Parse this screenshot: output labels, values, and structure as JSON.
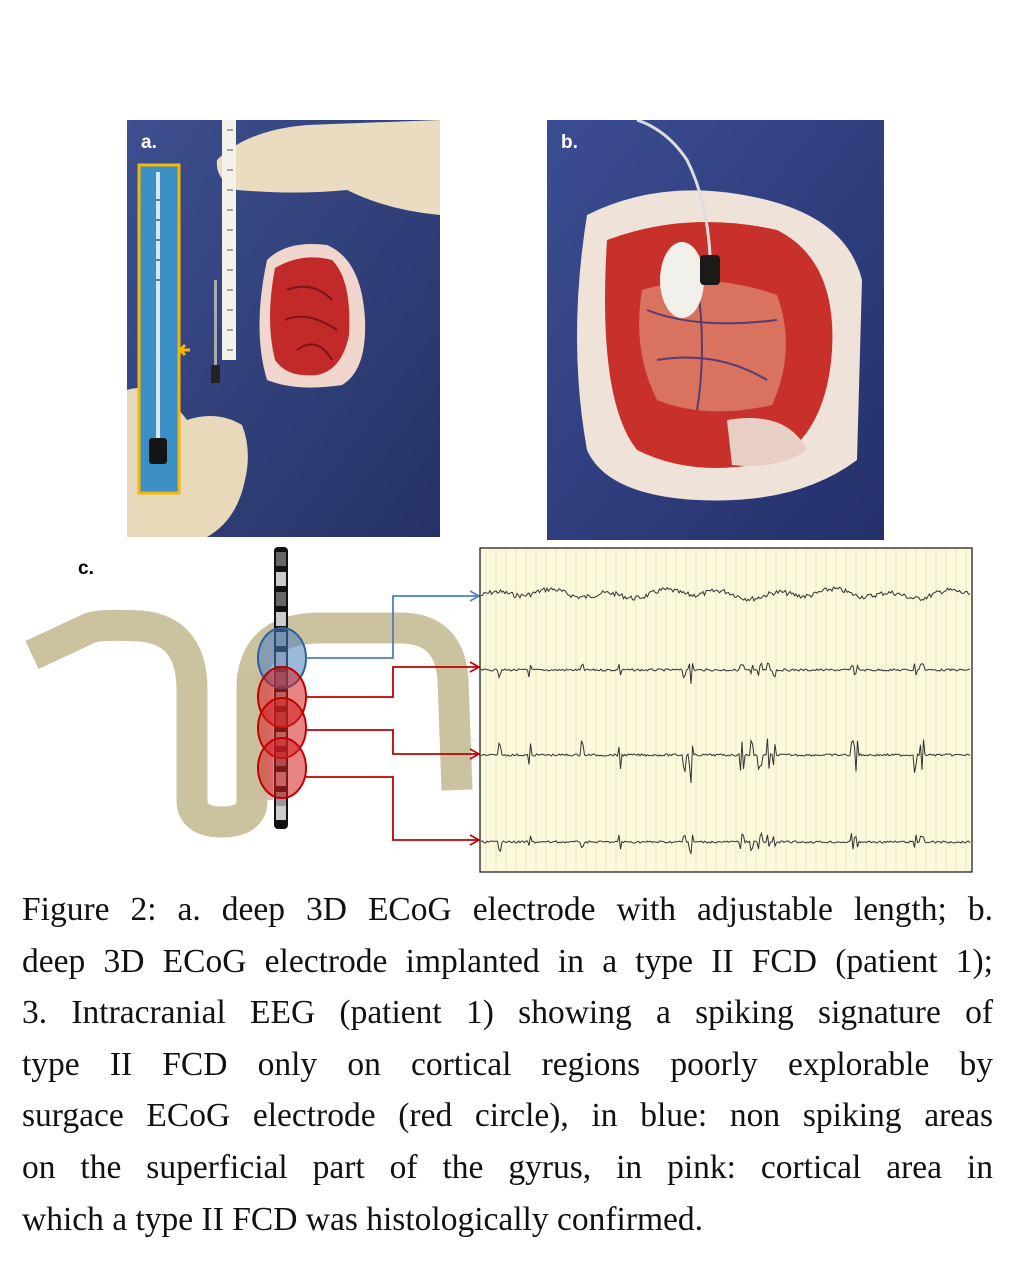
{
  "figure": {
    "panel_a": {
      "label": "a."
    },
    "panel_b": {
      "label": "b."
    },
    "panel_c": {
      "label": "c."
    },
    "colors": {
      "gyrus": "#c8bf9a",
      "fcd_pink": "#e9b7b7",
      "blue": "#4a7fc0",
      "red": "#c00000",
      "eeg_bg": "#fbf8dc"
    },
    "eeg_channels": [
      {
        "type": "non-spiking",
        "color": "#4a7fc0"
      },
      {
        "type": "spiking",
        "color": "#c00000"
      },
      {
        "type": "spiking",
        "color": "#c00000"
      },
      {
        "type": "spiking",
        "color": "#c00000"
      }
    ]
  },
  "caption": {
    "lines": [
      "Figure 2: a. deep 3D ECoG electrode with adjustable length; b.",
      "deep 3D ECoG electrode implanted in a type II FCD (patient 1);",
      "3. Intracranial EEG (patient 1) showing a spiking signature of",
      "type II FCD only on cortical regions poorly explorable by",
      "surgace ECoG electrode (red circle), in blue: non spiking areas",
      "on the superficial part of the gyrus, in pink: cortical area in",
      "which a type II FCD was histologically confirmed."
    ]
  }
}
